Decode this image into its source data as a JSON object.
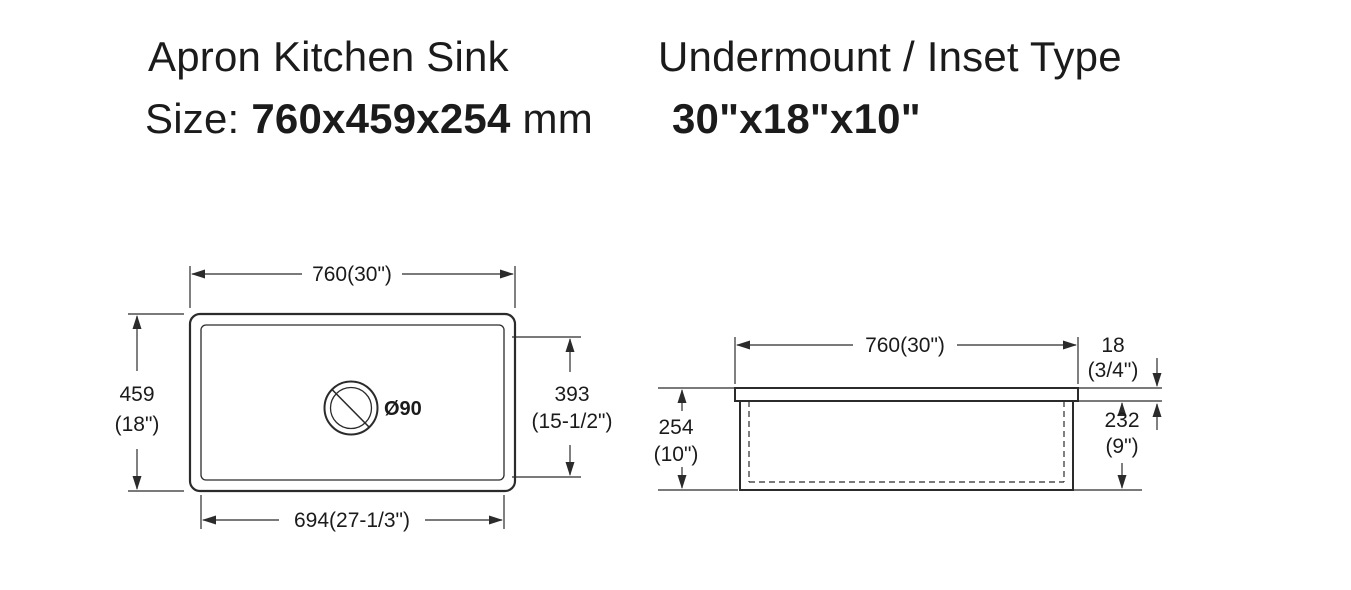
{
  "header": {
    "product_title": "Apron Kitchen Sink",
    "mount_type": "Undermount / Inset Type",
    "size_label": "Size:",
    "size_mm_value": "760x459x254",
    "size_mm_unit": "mm",
    "size_inches": "30\"x18\"x10\""
  },
  "top_view": {
    "overall_width": "760(30\")",
    "overall_depth": "459",
    "overall_depth_in": "(18\")",
    "basin_depth": "393",
    "basin_depth_in": "(15-1/2\")",
    "basin_width": "694(27-1/3\")",
    "drain_diameter": "Ø90"
  },
  "side_view": {
    "overall_width": "760(30\")",
    "rim_thickness": "18",
    "rim_thickness_in": "(3/4\")",
    "overall_height": "254",
    "overall_height_in": "(10\")",
    "bowl_height": "232",
    "bowl_height_in": "(9\")"
  }
}
